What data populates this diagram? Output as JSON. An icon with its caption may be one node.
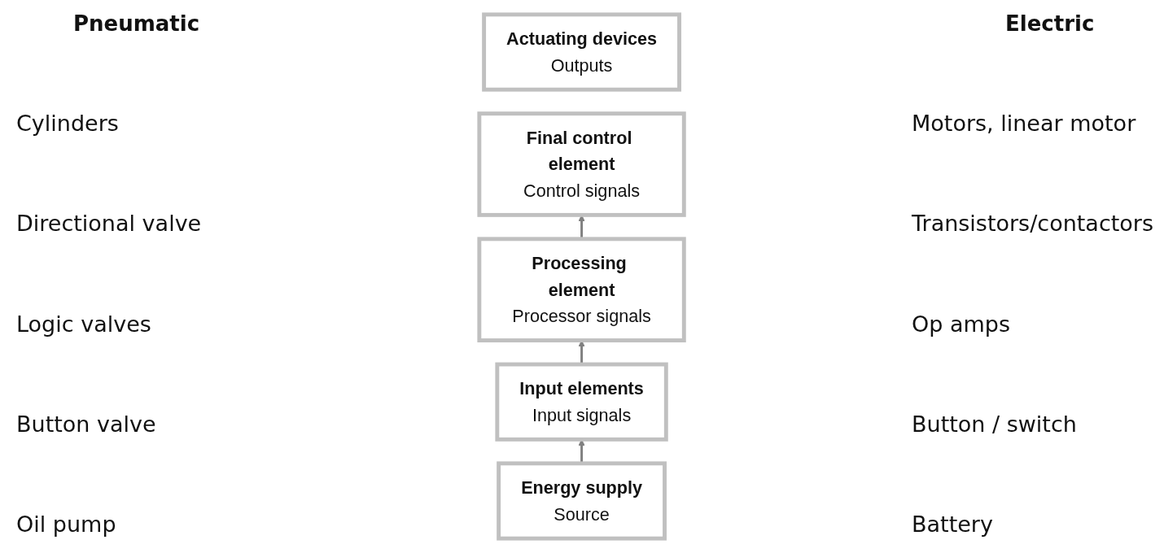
{
  "diagram": {
    "nodes": [
      {
        "text": [
          "Actuating devices",
          "Outputs"
        ]
      },
      {
        "text": [
          "Final control element",
          "Control signals"
        ]
      },
      {
        "text": [
          "Processing element",
          "Processor signals"
        ]
      },
      {
        "text": [
          "Input elements",
          "Input signals"
        ]
      },
      {
        "text": [
          "Energy supply",
          "Source"
        ]
      }
    ],
    "edges": [
      {
        "from": 4,
        "to": 3,
        "arrow": "to"
      },
      {
        "from": 3,
        "to": 2,
        "arrow": "to"
      },
      {
        "from": 2,
        "to": 1,
        "arrow": "to"
      }
    ],
    "labels": [
      "Pneumatic",
      "Electric",
      "Cylinders",
      "Motors, linear motor",
      "Directional valve",
      "Transistors/contactors",
      "Logic valves",
      "Op amps",
      "Button valve",
      "Button / switch",
      "Oil pump",
      "Battery"
    ]
  }
}
